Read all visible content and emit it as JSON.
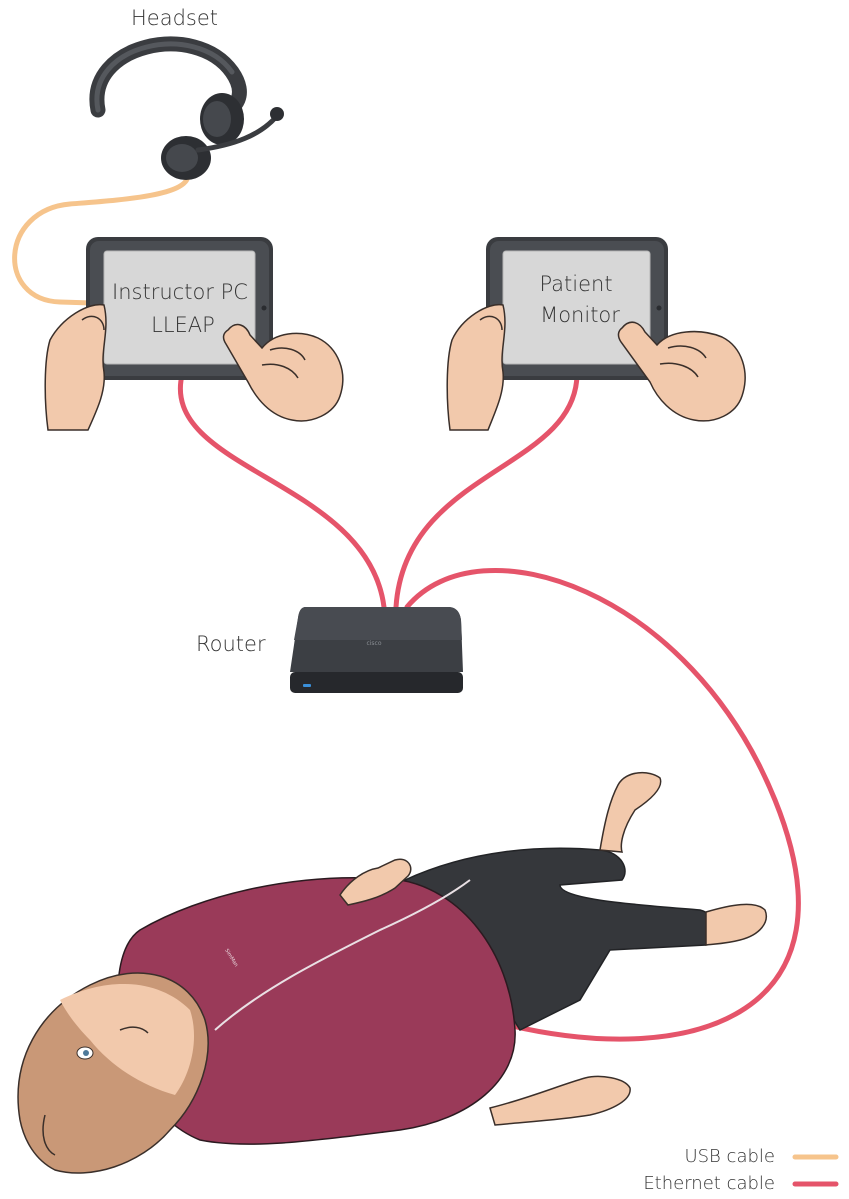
{
  "labels": {
    "headset": "Headset",
    "instructor_line1": "Instructor PC",
    "instructor_line2": "LLEAP",
    "patient_line1": "Patient",
    "patient_line2": "Monitor",
    "router": "Router",
    "router_brand": "cisco",
    "shirt_brand": "SimMan"
  },
  "legend": [
    {
      "label": "USB cable",
      "color": "#f6c48c"
    },
    {
      "label": "Ethernet cable",
      "color": "#e5546a"
    }
  ],
  "colors": {
    "usb_cable": "#f6c48c",
    "ethernet_cable": "#e5546a",
    "device_frame": "#3a3c40",
    "screen": "#d7d7d7",
    "skin": "#f2c9ac",
    "shirt": "#9a3a59",
    "pants": "#35373b"
  }
}
